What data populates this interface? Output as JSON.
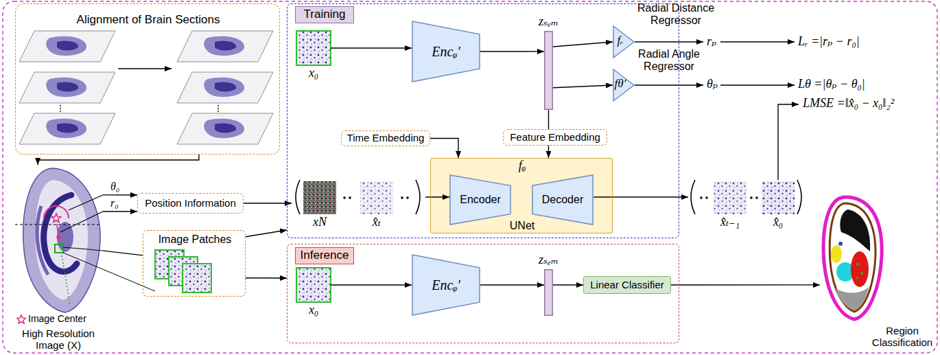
{
  "diagram": {
    "nodes": [
      {
        "text": [
          "Alignment of Brain Sections"
        ]
      },
      {
        "text": [
          "High Resolution Image (X)"
        ]
      },
      {
        "text": [
          "Position Information"
        ]
      },
      {
        "text": [
          "Image Patches"
        ]
      },
      {
        "text": [
          "Training"
        ]
      },
      {
        "text": [
          "x₀"
        ],
        "in": 4
      },
      {
        "text": [
          "Encᵩ′"
        ],
        "in": 4
      },
      {
        "text": [
          "zₛₑₘ"
        ],
        "in": 4
      },
      {
        "text": [
          "Radial Distance Regressor",
          "fᵣ"
        ],
        "in": 4
      },
      {
        "text": [
          "Radial Angle Regressor",
          "fθ′"
        ],
        "in": 4
      },
      {
        "text": [
          "Feature Embedding"
        ],
        "in": 4
      },
      {
        "text": [
          "Time Embedding"
        ],
        "in": 4
      },
      {
        "text": [
          "xN",
          "x̂ₜ"
        ],
        "in": 4
      },
      {
        "text": [
          "fᵩ",
          "UNet"
        ],
        "in": 4
      },
      {
        "text": [
          "Encoder"
        ],
        "in": 13
      },
      {
        "text": [
          "Decoder"
        ],
        "in": 13
      },
      {
        "text": [
          "x̂ₜ₋₁",
          "x̂₀"
        ]
      },
      {
        "text": [
          "Inference"
        ]
      },
      {
        "text": [
          "x₀"
        ],
        "in": 17
      },
      {
        "text": [
          "Encᵩ′"
        ],
        "in": 17
      },
      {
        "text": [
          "zₛₑₘ"
        ],
        "in": 17
      },
      {
        "text": [
          "Linear Classifier"
        ],
        "in": 17
      },
      {
        "text": [
          "Region Classification"
        ]
      }
    ],
    "edges": [
      {
        "from": 0,
        "to": 1,
        "arrow": "to"
      },
      {
        "from": 1,
        "to": 2,
        "label": "θ₀",
        "arrow": "to"
      },
      {
        "from": 1,
        "to": 2,
        "label": "r₀",
        "arrow": "to"
      },
      {
        "from": 1,
        "to": 3,
        "arrow": "none"
      },
      {
        "from": 2,
        "to": 12,
        "arrow": "to"
      },
      {
        "from": 3,
        "to": 4,
        "arrow": "to"
      },
      {
        "from": 3,
        "to": 17,
        "arrow": "to"
      },
      {
        "from": 5,
        "to": 6,
        "arrow": "to"
      },
      {
        "from": 6,
        "to": 7,
        "arrow": "to"
      },
      {
        "from": 7,
        "to": 8,
        "arrow": "to"
      },
      {
        "from": 7,
        "to": 9,
        "arrow": "to"
      },
      {
        "from": 7,
        "to": 10,
        "arrow": "none"
      },
      {
        "from": 10,
        "to": 13,
        "arrow": "to"
      },
      {
        "from": 11,
        "to": 13,
        "arrow": "to"
      },
      {
        "from": 12,
        "to": 14,
        "arrow": "to"
      },
      {
        "from": 15,
        "to": 16,
        "arrow": "to"
      },
      {
        "from": 18,
        "to": 19,
        "arrow": "to"
      },
      {
        "from": 19,
        "to": 20,
        "arrow": "to"
      },
      {
        "from": 20,
        "to": 21,
        "arrow": "to"
      },
      {
        "from": 21,
        "to": 22,
        "arrow": "to"
      }
    ],
    "labels": [
      "rₚ",
      "θₚ",
      "Lᵣ =|rₚ − r₀|",
      "Lθ =|θₚ − θ₀|",
      "LMSE =‖x̂₀ − x₀‖₂²"
    ],
    "legend": [
      {
        "text": "Image Center"
      }
    ]
  }
}
